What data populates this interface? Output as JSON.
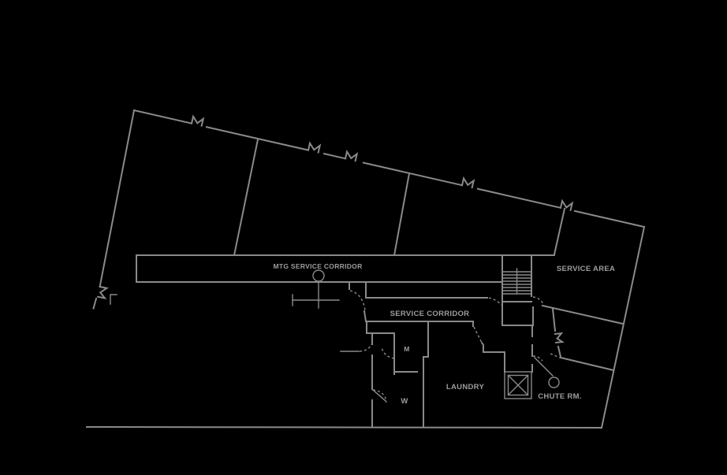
{
  "drawing": {
    "type": "architectural-floor-plan",
    "background": "dark"
  },
  "colors": {
    "bg": "#000000",
    "line": "#8a8a8a",
    "text": "#9c9c9c"
  },
  "labels": {
    "mtg_service_corridor": "MTG SERVICE CORRIDOR",
    "service_corridor": "SERVICE CORRIDOR",
    "service_area": "SERVICE AREA",
    "laundry": "LAUNDRY",
    "chute_rm": "CHUTE RM.",
    "mens_room": "M",
    "womens_room": "W"
  },
  "symbols": {
    "stair": "stair-icon",
    "trash_chute": "chute-x-box-icon",
    "column_marker": "column-circle-icon",
    "door_swing": "door-swing-arc-icon",
    "wall_break": "wall-break-icon"
  }
}
